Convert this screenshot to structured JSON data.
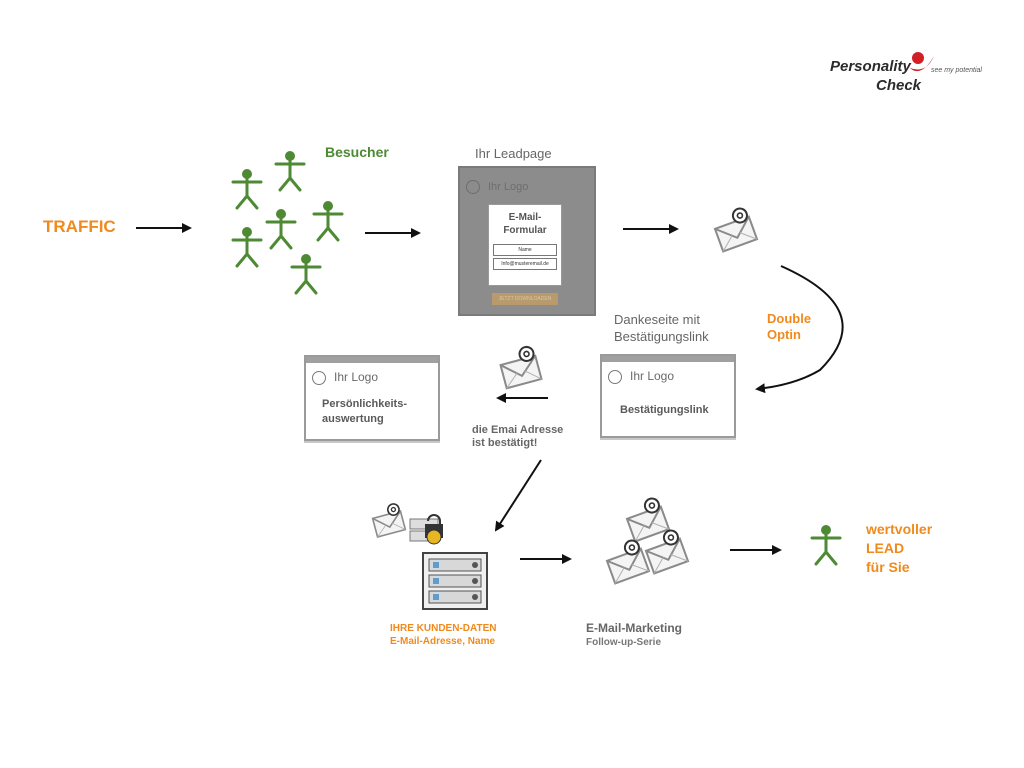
{
  "brand": {
    "line1": "Personality",
    "line2": "Check",
    "tagline": "see my potential"
  },
  "traffic": "TRAFFIC",
  "visitors_label": "Besucher",
  "leadpage": {
    "title": "Ihr Leadpage",
    "logo": "Ihr Logo",
    "form_title": "E-Mail-\nFormular",
    "field1": "Name",
    "field2": "Info@musteremail.de",
    "button": "JETZT DOWNLOADEN"
  },
  "double_optin": "Double\nOptin",
  "thanks": {
    "title": "Dankeseite mit\nBestätigungslink",
    "logo": "Ihr Logo",
    "body": "Bestätigungslink"
  },
  "result": {
    "logo": "Ihr Logo",
    "body": "Persönlichkeits-\nauswertung"
  },
  "confirmed": "die Emai Adresse\nist bestätigt!",
  "customer_data": "IHRE KUNDEN-DATEN\nE-Mail-Adresse, Name",
  "marketing": {
    "title": "E-Mail-Marketing",
    "sub": "Follow-up-Serie"
  },
  "lead": "wertvoller\nLEAD\nfür Sie",
  "colors": {
    "orange": "#f08a1c",
    "green": "#4e8a34",
    "gray": "#9a9a9a",
    "brand_red": "#d21f26"
  }
}
